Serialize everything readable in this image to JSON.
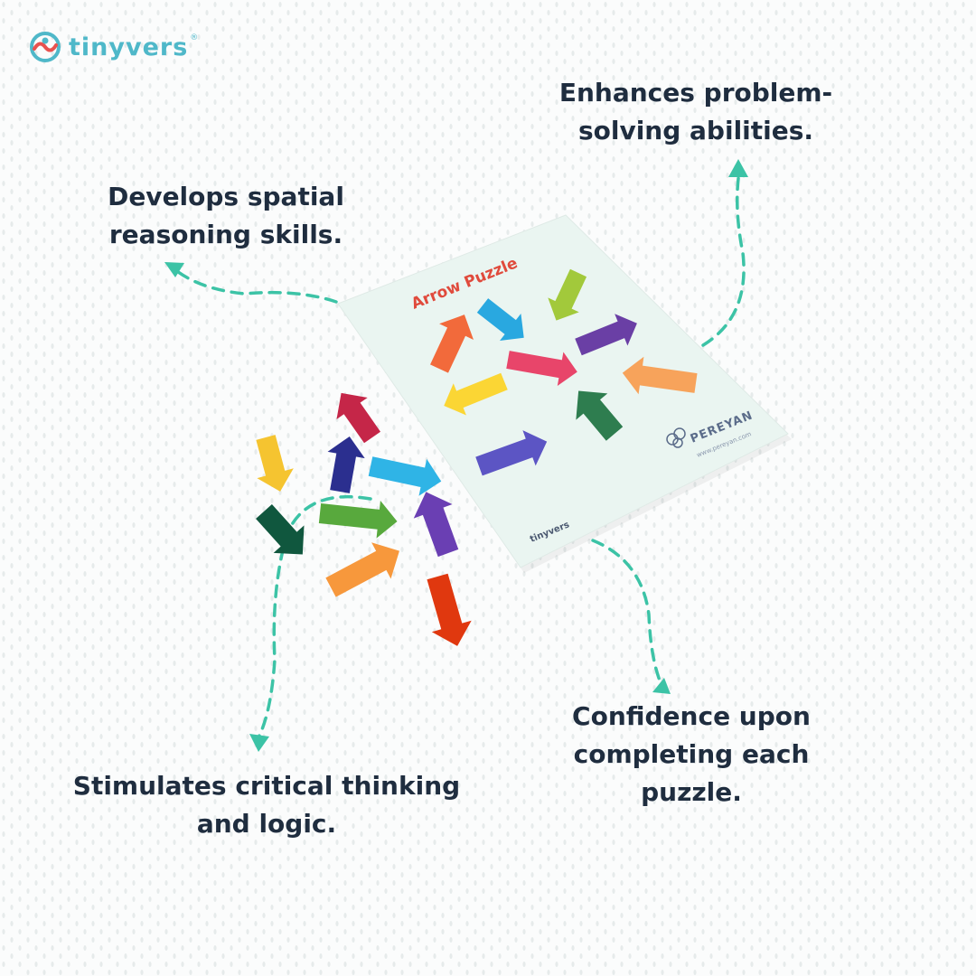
{
  "brand": {
    "name": "tinyvers",
    "registered_mark": "®"
  },
  "callouts": {
    "spatial": "Develops spatial reasoning skills.",
    "problem": "Enhances problem-solving abilities.",
    "critical": "Stimulates critical thinking and logic.",
    "confidence": "Confidence upon completing each puzzle."
  },
  "card": {
    "title": "Arrow Puzzle",
    "maker": "PEREYAN",
    "maker_url": "www.pereyan.com",
    "card_brand": "tinyvers"
  },
  "colors": {
    "accent": "#3cc3a6",
    "text": "#1f2d3f",
    "logo": "#4fb8c9",
    "card": "#eaf5f1"
  }
}
